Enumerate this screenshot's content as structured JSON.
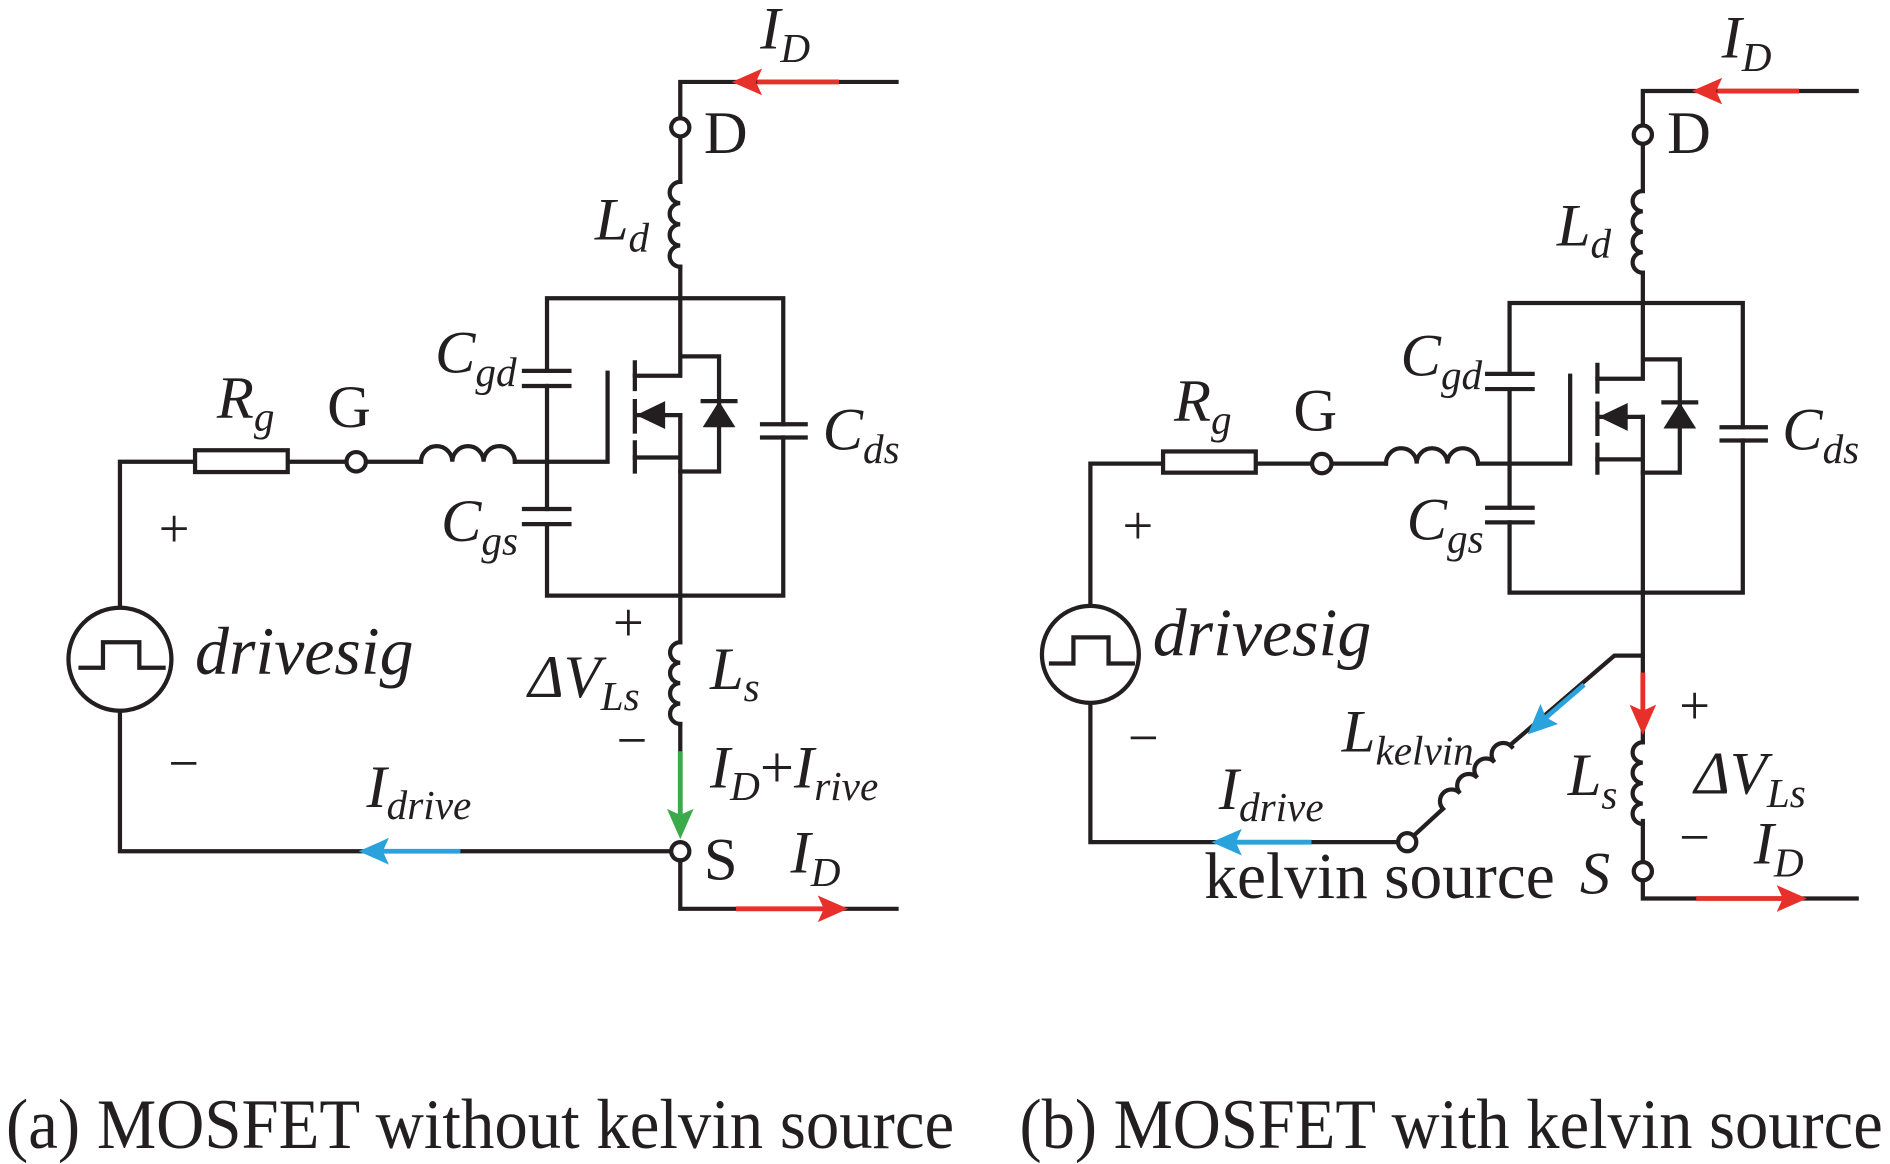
{
  "colors": {
    "wire": "#231f20",
    "drain_current": "#e8302a",
    "drive_current": "#2aa3dd",
    "source_current": "#3aaa4a"
  },
  "panel_a": {
    "id_top": {
      "main": "I",
      "sub": "D"
    },
    "d": "D",
    "ld": {
      "main": "L",
      "sub": "d"
    },
    "cgd": {
      "main": "C",
      "sub": "gd"
    },
    "cgs": {
      "main": "C",
      "sub": "gs"
    },
    "cds": {
      "main": "C",
      "sub": "ds"
    },
    "rg": {
      "main": "R",
      "sub": "g"
    },
    "g": "G",
    "plus": "+",
    "minus": "−",
    "source": "drivesig",
    "ls_plus": "+",
    "ls_minus": "−",
    "dvls": {
      "main": "ΔV",
      "sub": "Ls"
    },
    "ls": {
      "main": "L",
      "sub": "s"
    },
    "sum": {
      "i1": "I",
      "s1": "D",
      "plus": "+",
      "i2": "I",
      "s2": "rive"
    },
    "s": "S",
    "id_bottom": {
      "main": "I",
      "sub": "D"
    },
    "idrive": {
      "main": "I",
      "sub": "drive"
    }
  },
  "panel_b": {
    "id_top": {
      "main": "I",
      "sub": "D"
    },
    "d": "D",
    "ld": {
      "main": "L",
      "sub": "d"
    },
    "cgd": {
      "main": "C",
      "sub": "gd"
    },
    "cgs": {
      "main": "C",
      "sub": "gs"
    },
    "cds": {
      "main": "C",
      "sub": "ds"
    },
    "rg": {
      "main": "R",
      "sub": "g"
    },
    "g": "G",
    "plus": "+",
    "minus": "−",
    "source": "drivesig",
    "ls_plus": "+",
    "ls_minus": "−",
    "dvls": {
      "main": "ΔV",
      "sub": "Ls"
    },
    "ls": {
      "main": "L",
      "sub": "s"
    },
    "lkelvin": {
      "main": "L",
      "sub": "kelvin"
    },
    "kelvin_source": "kelvin source",
    "s": "S",
    "id_bottom": {
      "main": "I",
      "sub": "D"
    },
    "idrive": {
      "main": "I",
      "sub": "drive"
    }
  },
  "captions": {
    "a": "(a) MOSFET without kelvin source",
    "b": "(b) MOSFET with kelvin source"
  }
}
